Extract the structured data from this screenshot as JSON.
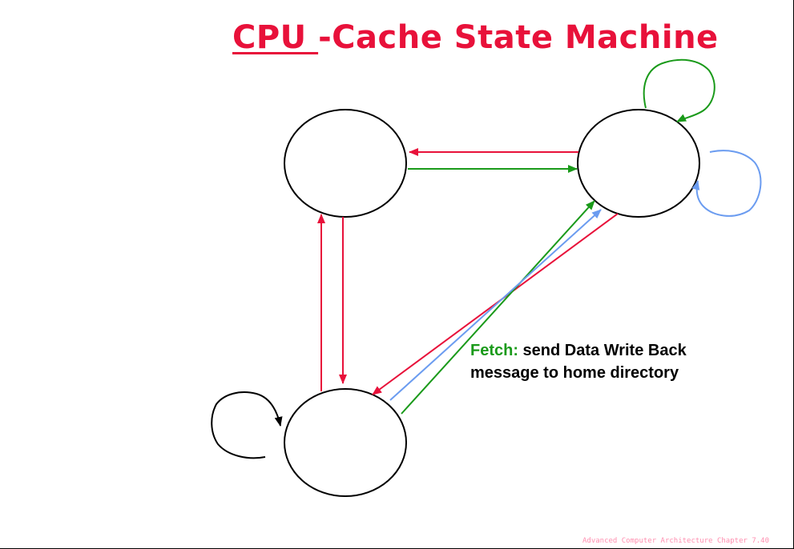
{
  "slide": {
    "title_cpu": "CPU ",
    "title_rest": "-Cache State Machine",
    "note": {
      "keyword": "Fetch:",
      "line1": " send Data Write Back",
      "line2": "message to home directory"
    },
    "footer": "Advanced Computer Architecture Chapter 7.40"
  },
  "colors": {
    "title": "#e8113a",
    "red_arrow": "#e8113a",
    "green_arrow": "#1a9a1a",
    "blue_arrow": "#6b9cf0",
    "black_loop": "#000000",
    "note_keyword": "#1a9a1a",
    "footer": "#ff8fb0"
  },
  "diagram": {
    "states": [
      "state-top-left",
      "state-top-right",
      "state-bottom-left"
    ],
    "transitions": [
      "top-right to top-left (red)",
      "top-left to top-right (green)",
      "bottom-left to top-left (red)",
      "top-left to bottom-left (red)",
      "top-right to bottom-left (red)",
      "bottom-left to top-right (green)",
      "bottom-left to top-right (blue)",
      "top-right self loop (green)",
      "top-right self loop (blue)",
      "bottom-left self loop (black)"
    ]
  }
}
